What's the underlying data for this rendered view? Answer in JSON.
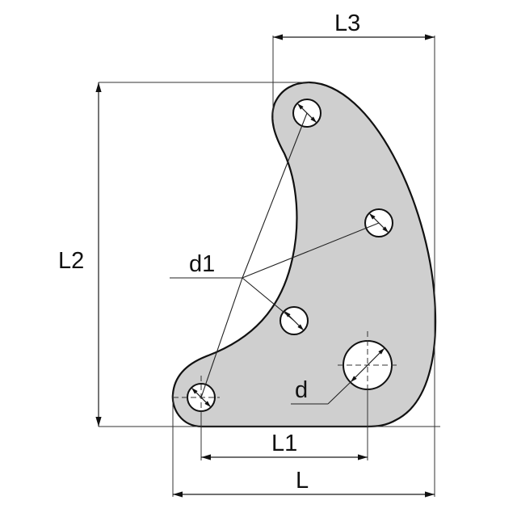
{
  "drawing": {
    "title": "Curved plate technical drawing",
    "colors": {
      "part_fill": "#cfcfcf",
      "line": "#111111",
      "background": "#ffffff"
    },
    "dimensions": {
      "L": "L",
      "L1": "L1",
      "L2": "L2",
      "L3": "L3",
      "d": "d",
      "d1": "d1"
    },
    "holes": [
      {
        "name": "top-hole",
        "type": "d1"
      },
      {
        "name": "upper-right-hole",
        "type": "d1"
      },
      {
        "name": "middle-hole",
        "type": "d1"
      },
      {
        "name": "bottom-left-hole",
        "type": "d1"
      },
      {
        "name": "large-hole",
        "type": "d"
      }
    ]
  }
}
